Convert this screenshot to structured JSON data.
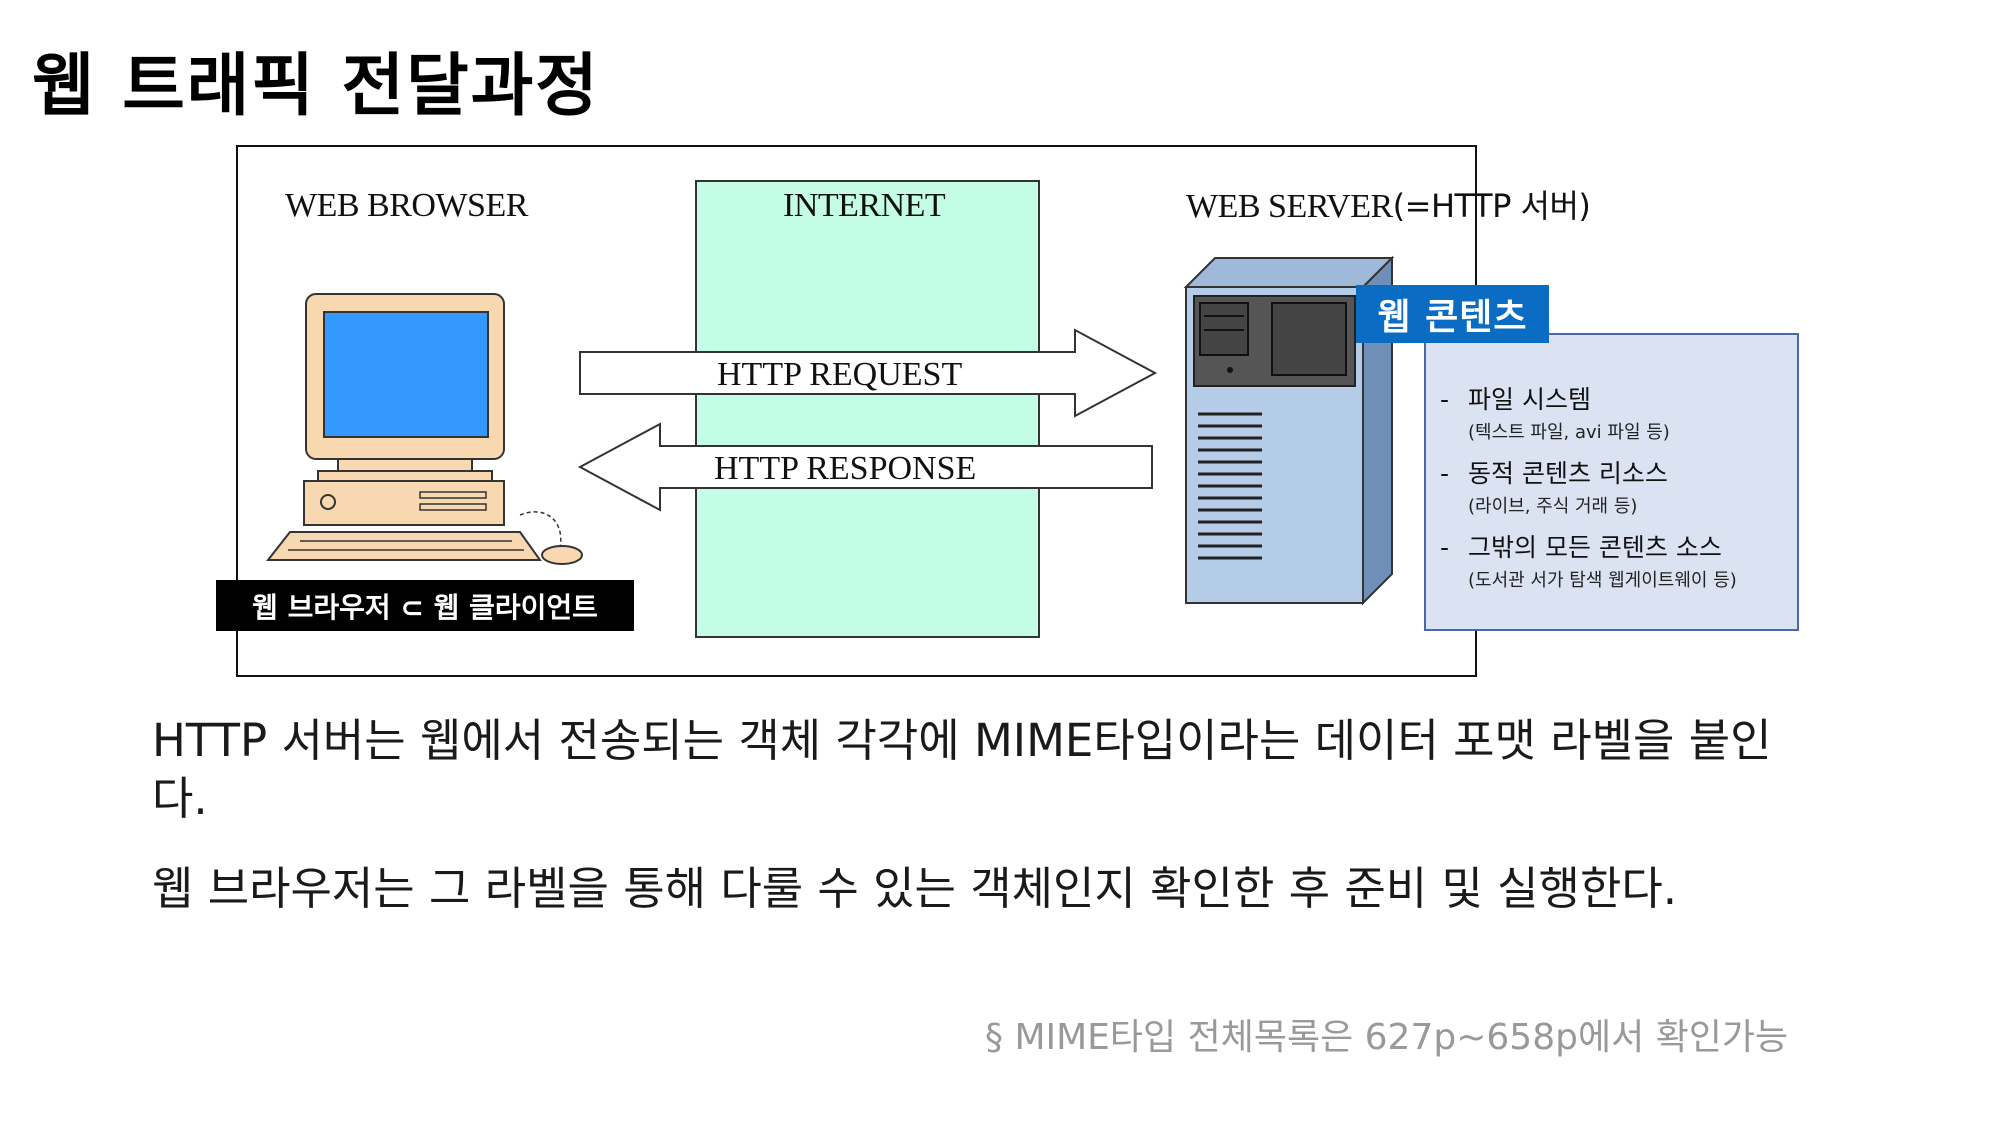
{
  "title": "웹 트래픽 전달과정",
  "diagram": {
    "browser_label": "WEB BROWSER",
    "internet_label": "INTERNET",
    "server_label": "WEB SERVER",
    "server_label_suffix": "(=HTTP 서버)",
    "request_label": "HTTP REQUEST",
    "response_label": "HTTP RESPONSE",
    "client_caption": "웹 브라우저 ⊂ 웹 클라이언트",
    "content_header": "웹 콘텐츠",
    "content_items": [
      {
        "main": "파일 시스템",
        "sub": "(텍스트 파일, avi 파일 등)"
      },
      {
        "main": "동적 콘텐츠 리소스",
        "sub": "(라이브, 주식 거래 등)"
      },
      {
        "main": "그밖의 모든 콘텐츠 소스",
        "sub": "(도서관 서가 탐색 웹게이트웨이 등)"
      }
    ],
    "bullet": "-"
  },
  "paragraphs": [
    "HTTP 서버는 웹에서 전송되는 객체 각각에 MIME타입이라는 데이터 포맷 라벨을 붙인다.",
    "웹 브라우저는 그 라벨을 통해 다룰 수 있는 객체인지 확인한 후 준비 및 실행한다."
  ],
  "footnote": "§ MIME타입 전체목록은 627p~658p에서 확인가능",
  "colors": {
    "internet_fill": "#c4fde6",
    "monitor_screen": "#3399ff",
    "computer_beige": "#f7d8b0",
    "server_body": "#b4cce8",
    "content_header_bg": "#0b6cc3",
    "content_panel_bg": "#dbe3f3",
    "caption_bg": "#000000"
  },
  "icons": [
    "desktop-computer-icon",
    "server-tower-icon"
  ]
}
